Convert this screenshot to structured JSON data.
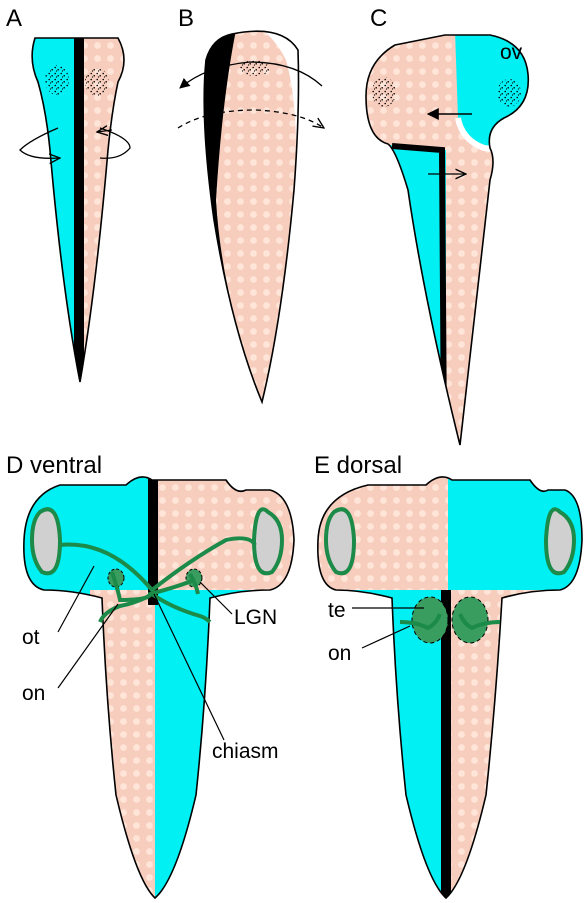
{
  "colors": {
    "cyan": "#00f0f4",
    "pink": "#f7cdbd",
    "dot": "#ffe6dc",
    "green": "#1c8a48",
    "green_fill": "#3a9d60",
    "grey": "#d0d0d0",
    "black": "#000000"
  },
  "panels": {
    "a": {
      "label": "A"
    },
    "b": {
      "label": "B"
    },
    "c": {
      "label": "C",
      "ov": "ov"
    },
    "d": {
      "label": "D ventral",
      "ot": "ot",
      "on": "on",
      "lgn": "LGN",
      "chiasm": "chiasm"
    },
    "e": {
      "label": "E dorsal",
      "te": "te",
      "on": "on"
    }
  }
}
